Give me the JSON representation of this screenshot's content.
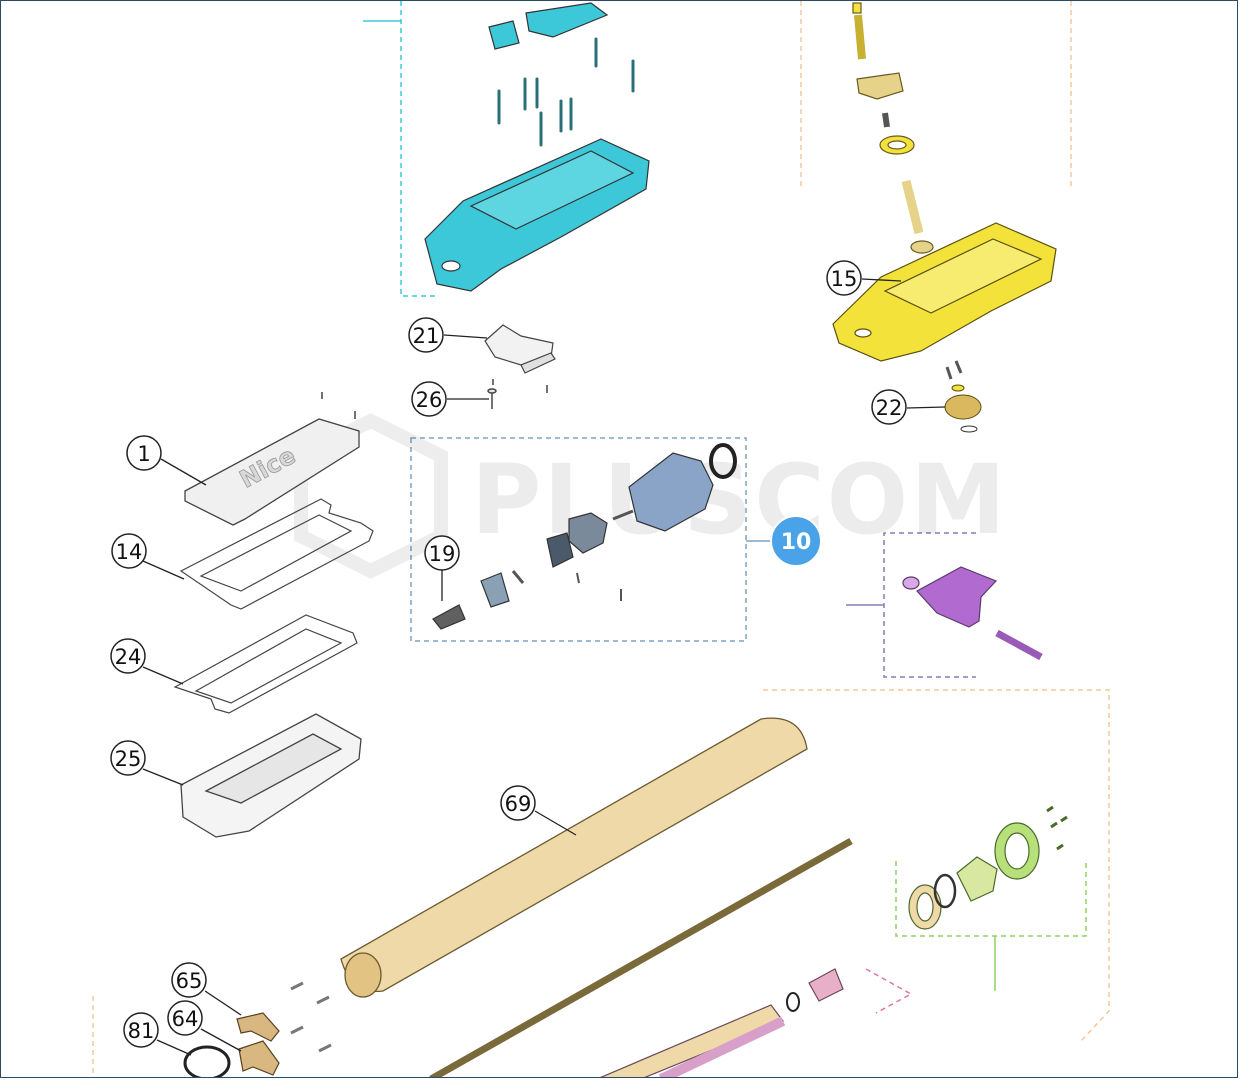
{
  "watermark": "PLUSCOM",
  "callouts": [
    {
      "key": "c1",
      "label": "1"
    },
    {
      "key": "c14",
      "label": "14"
    },
    {
      "key": "c24",
      "label": "24"
    },
    {
      "key": "c25",
      "label": "25"
    },
    {
      "key": "c21",
      "label": "21"
    },
    {
      "key": "c26",
      "label": "26"
    },
    {
      "key": "c19",
      "label": "19"
    },
    {
      "key": "c15",
      "label": "15"
    },
    {
      "key": "c22",
      "label": "22"
    },
    {
      "key": "c69",
      "label": "69"
    },
    {
      "key": "c65",
      "label": "65"
    },
    {
      "key": "c64",
      "label": "64"
    },
    {
      "key": "c81",
      "label": "81"
    }
  ],
  "highlight_callout": {
    "label": "10"
  },
  "part_colors": {
    "control_box": "#3cc8d8",
    "gear_housing": "#f2e23a",
    "tube": "#f0d9a8",
    "bracket": "#b06ad0",
    "flange": "#b8e07a",
    "screw": "#d8a0c8",
    "motor": "#8aa4c8",
    "badge": "#4aa3e8"
  }
}
